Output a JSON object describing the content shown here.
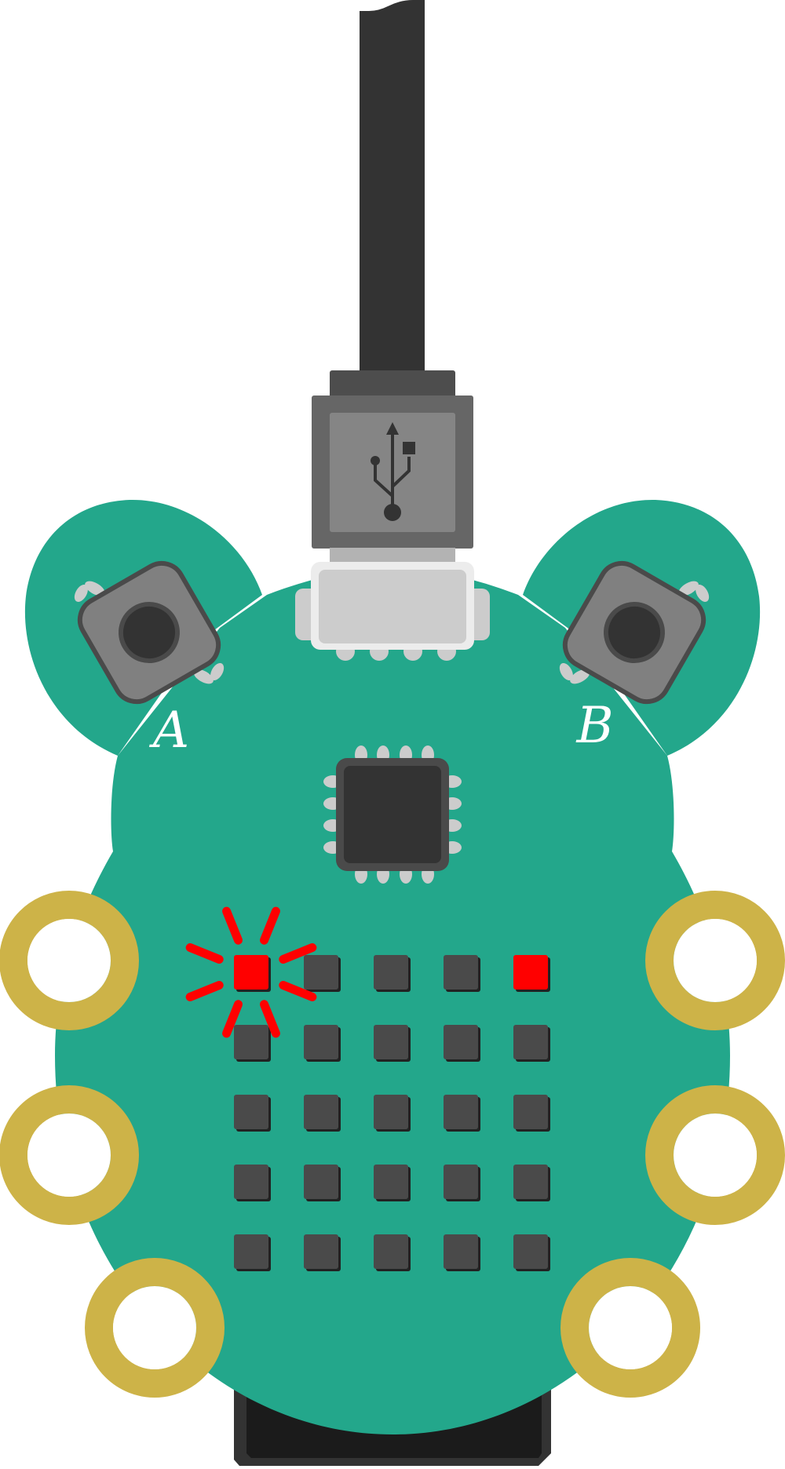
{
  "device": {
    "buttons": [
      {
        "id": "a",
        "label": "A"
      },
      {
        "id": "b",
        "label": "B"
      }
    ],
    "led_matrix": {
      "rows": 5,
      "cols": 5,
      "lit": [
        [
          0,
          0
        ],
        [
          0,
          4
        ]
      ],
      "pulsing": [
        [
          0,
          0
        ]
      ]
    },
    "pads": {
      "count": 6
    },
    "usb": {
      "icon": "usb-icon"
    }
  },
  "colors": {
    "board": "#23a78b",
    "pad": "#cdb348",
    "led_off": "#4a4a4a",
    "led_on": "#ff0000",
    "cable": "#333333",
    "connector": "#666666",
    "connector_face": "#858585",
    "socket": "#cccccc"
  }
}
